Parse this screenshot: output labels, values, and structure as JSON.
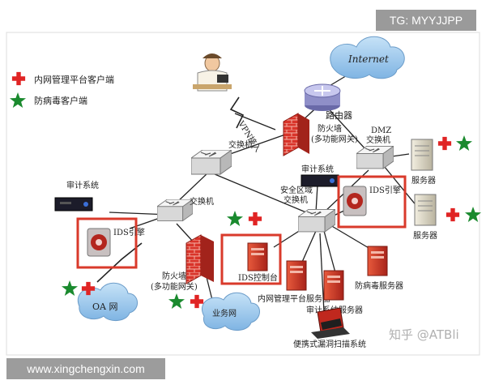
{
  "watermarks": {
    "top_right": "TG: MYYJJPP",
    "bottom_left": "www.xingchengxin.com",
    "platform": "知乎 @ATBli"
  },
  "legend": {
    "items": [
      {
        "label": "内网管理平台客户端",
        "icon": "red-cross-icon",
        "color": "#e02424"
      },
      {
        "label": "防病毒客户端",
        "icon": "green-star-icon",
        "color": "#1a8a2e"
      }
    ]
  },
  "nodes": {
    "internet": "Internet",
    "router": "路由器",
    "vpn_access": "VPN接入",
    "firewall_top": [
      "防火墙",
      "(多功能网关)"
    ],
    "switch_top": "交换机",
    "dmz_switch": [
      "DMZ",
      "交换机"
    ],
    "server1": "服务器",
    "server2": "服务器",
    "audit_left": "审计系统",
    "switch_left": "交换机",
    "ids_engine_left": "IDS引擎",
    "audit_right": "审计系统",
    "secure_switch": [
      "安全区域",
      "交换机"
    ],
    "ids_engine_right": "IDS引擎",
    "firewall_bottom": [
      "防火墙",
      "(多功能网关)"
    ],
    "ids_console": "IDS控制台",
    "av_server": "防病毒服务器",
    "intranet_server": "内网管理平台服务器",
    "audit_server": "审计系统服务器",
    "oa_net": "OA 网",
    "business_net": "业务网",
    "vuln_scanner": "便携式漏洞扫描系统"
  },
  "colors": {
    "accent_red": "#d93a2b",
    "star_green": "#1a8a2e",
    "cross_red": "#e02424",
    "cloud_blue": "#9cc6ea"
  }
}
